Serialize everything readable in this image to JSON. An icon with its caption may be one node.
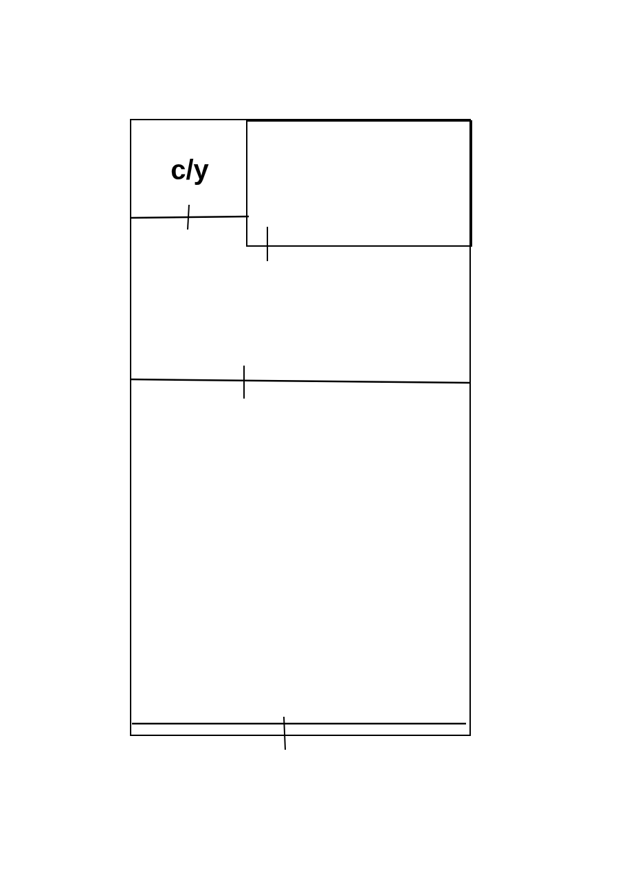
{
  "diagram": {
    "nodes": [
      {
        "text": [],
        "shape": "box"
      },
      {
        "text": [
          "c/y"
        ],
        "in": 0
      },
      {
        "text": [],
        "shape": "box",
        "in": 0
      }
    ]
  }
}
